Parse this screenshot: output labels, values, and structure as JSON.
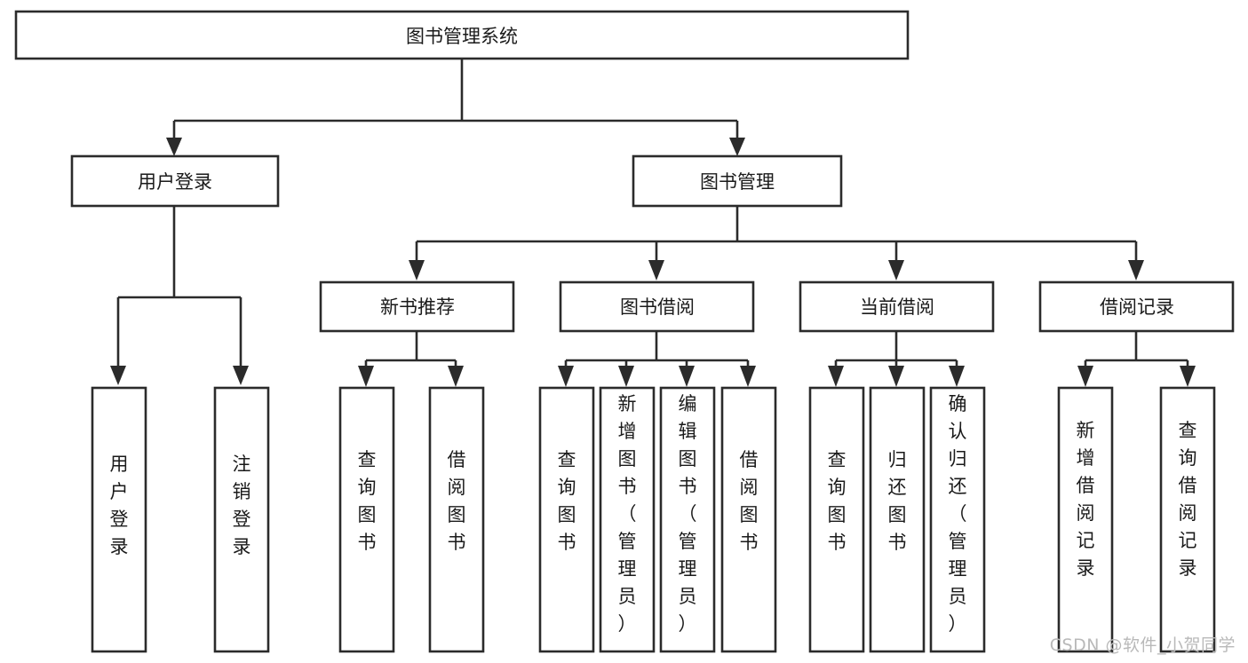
{
  "diagram": {
    "type": "tree",
    "title": "图书管理系统",
    "orientation": "top-down",
    "colors": {
      "background": "#ffffff",
      "stroke": "#2b2b2b",
      "node_fill": "#ffffff",
      "text": "#1a1a1a",
      "watermark": "#b9b9b9"
    },
    "root": {
      "id": "root",
      "label": "图书管理系统",
      "text_orientation": "horizontal"
    },
    "level2": [
      {
        "id": "user-login",
        "label": "用户登录",
        "text_orientation": "horizontal"
      },
      {
        "id": "book-manage",
        "label": "图书管理",
        "text_orientation": "horizontal"
      }
    ],
    "level3": [
      {
        "id": "new-book-recommend",
        "label": "新书推荐",
        "parent": "book-manage",
        "text_orientation": "horizontal"
      },
      {
        "id": "book-borrow",
        "label": "图书借阅",
        "parent": "book-manage",
        "text_orientation": "horizontal"
      },
      {
        "id": "current-borrow",
        "label": "当前借阅",
        "parent": "book-manage",
        "text_orientation": "horizontal"
      },
      {
        "id": "borrow-record",
        "label": "借阅记录",
        "parent": "book-manage",
        "text_orientation": "horizontal"
      }
    ],
    "leaves": [
      {
        "id": "leaf-user-login",
        "parent": "user-login",
        "chars": [
          "用",
          "户",
          "登",
          "录"
        ]
      },
      {
        "id": "leaf-logout-login",
        "parent": "user-login",
        "chars": [
          "注",
          "销",
          "登",
          "录"
        ]
      },
      {
        "id": "leaf-query-book-1",
        "parent": "new-book-recommend",
        "chars": [
          "查",
          "询",
          "图",
          "书"
        ]
      },
      {
        "id": "leaf-borrow-book-1",
        "parent": "new-book-recommend",
        "chars": [
          "借",
          "阅",
          "图",
          "书"
        ]
      },
      {
        "id": "leaf-query-book-2",
        "parent": "book-borrow",
        "chars": [
          "查",
          "询",
          "图",
          "书"
        ]
      },
      {
        "id": "leaf-add-book-admin",
        "parent": "book-borrow",
        "chars": [
          "新",
          "增",
          "图",
          "书",
          "（",
          "管",
          "理",
          "员",
          "）"
        ]
      },
      {
        "id": "leaf-edit-book-admin",
        "parent": "book-borrow",
        "chars": [
          "编",
          "辑",
          "图",
          "书",
          "（",
          "管",
          "理",
          "员",
          "）"
        ]
      },
      {
        "id": "leaf-borrow-book-2",
        "parent": "book-borrow",
        "chars": [
          "借",
          "阅",
          "图",
          "书"
        ]
      },
      {
        "id": "leaf-query-book-3",
        "parent": "current-borrow",
        "chars": [
          "查",
          "询",
          "图",
          "书"
        ]
      },
      {
        "id": "leaf-return-book",
        "parent": "current-borrow",
        "chars": [
          "归",
          "还",
          "图",
          "书"
        ]
      },
      {
        "id": "leaf-confirm-return",
        "parent": "current-borrow",
        "chars": [
          "确",
          "认",
          "归",
          "还",
          "（",
          "管",
          "理",
          "员",
          "）"
        ]
      },
      {
        "id": "leaf-add-record",
        "parent": "borrow-record",
        "chars": [
          "新",
          "增",
          "借",
          "阅",
          "记",
          "录"
        ]
      },
      {
        "id": "leaf-query-record",
        "parent": "borrow-record",
        "chars": [
          "查",
          "询",
          "借",
          "阅",
          "记",
          "录"
        ]
      }
    ],
    "leaf_labels": {
      "leaf-user-login": "用户登录",
      "leaf-logout-login": "注销登录",
      "leaf-query-book-1": "查询图书",
      "leaf-borrow-book-1": "借阅图书",
      "leaf-query-book-2": "查询图书",
      "leaf-add-book-admin": "新增图书（管理员）",
      "leaf-edit-book-admin": "编辑图书（管理员）",
      "leaf-borrow-book-2": "借阅图书",
      "leaf-query-book-3": "查询图书",
      "leaf-return-book": "归还图书",
      "leaf-confirm-return": "确认归还（管理员）",
      "leaf-add-record": "新增借阅记录",
      "leaf-query-record": "查询借阅记录"
    }
  },
  "watermark": {
    "text": "CSDN @软件_小贺同学"
  }
}
